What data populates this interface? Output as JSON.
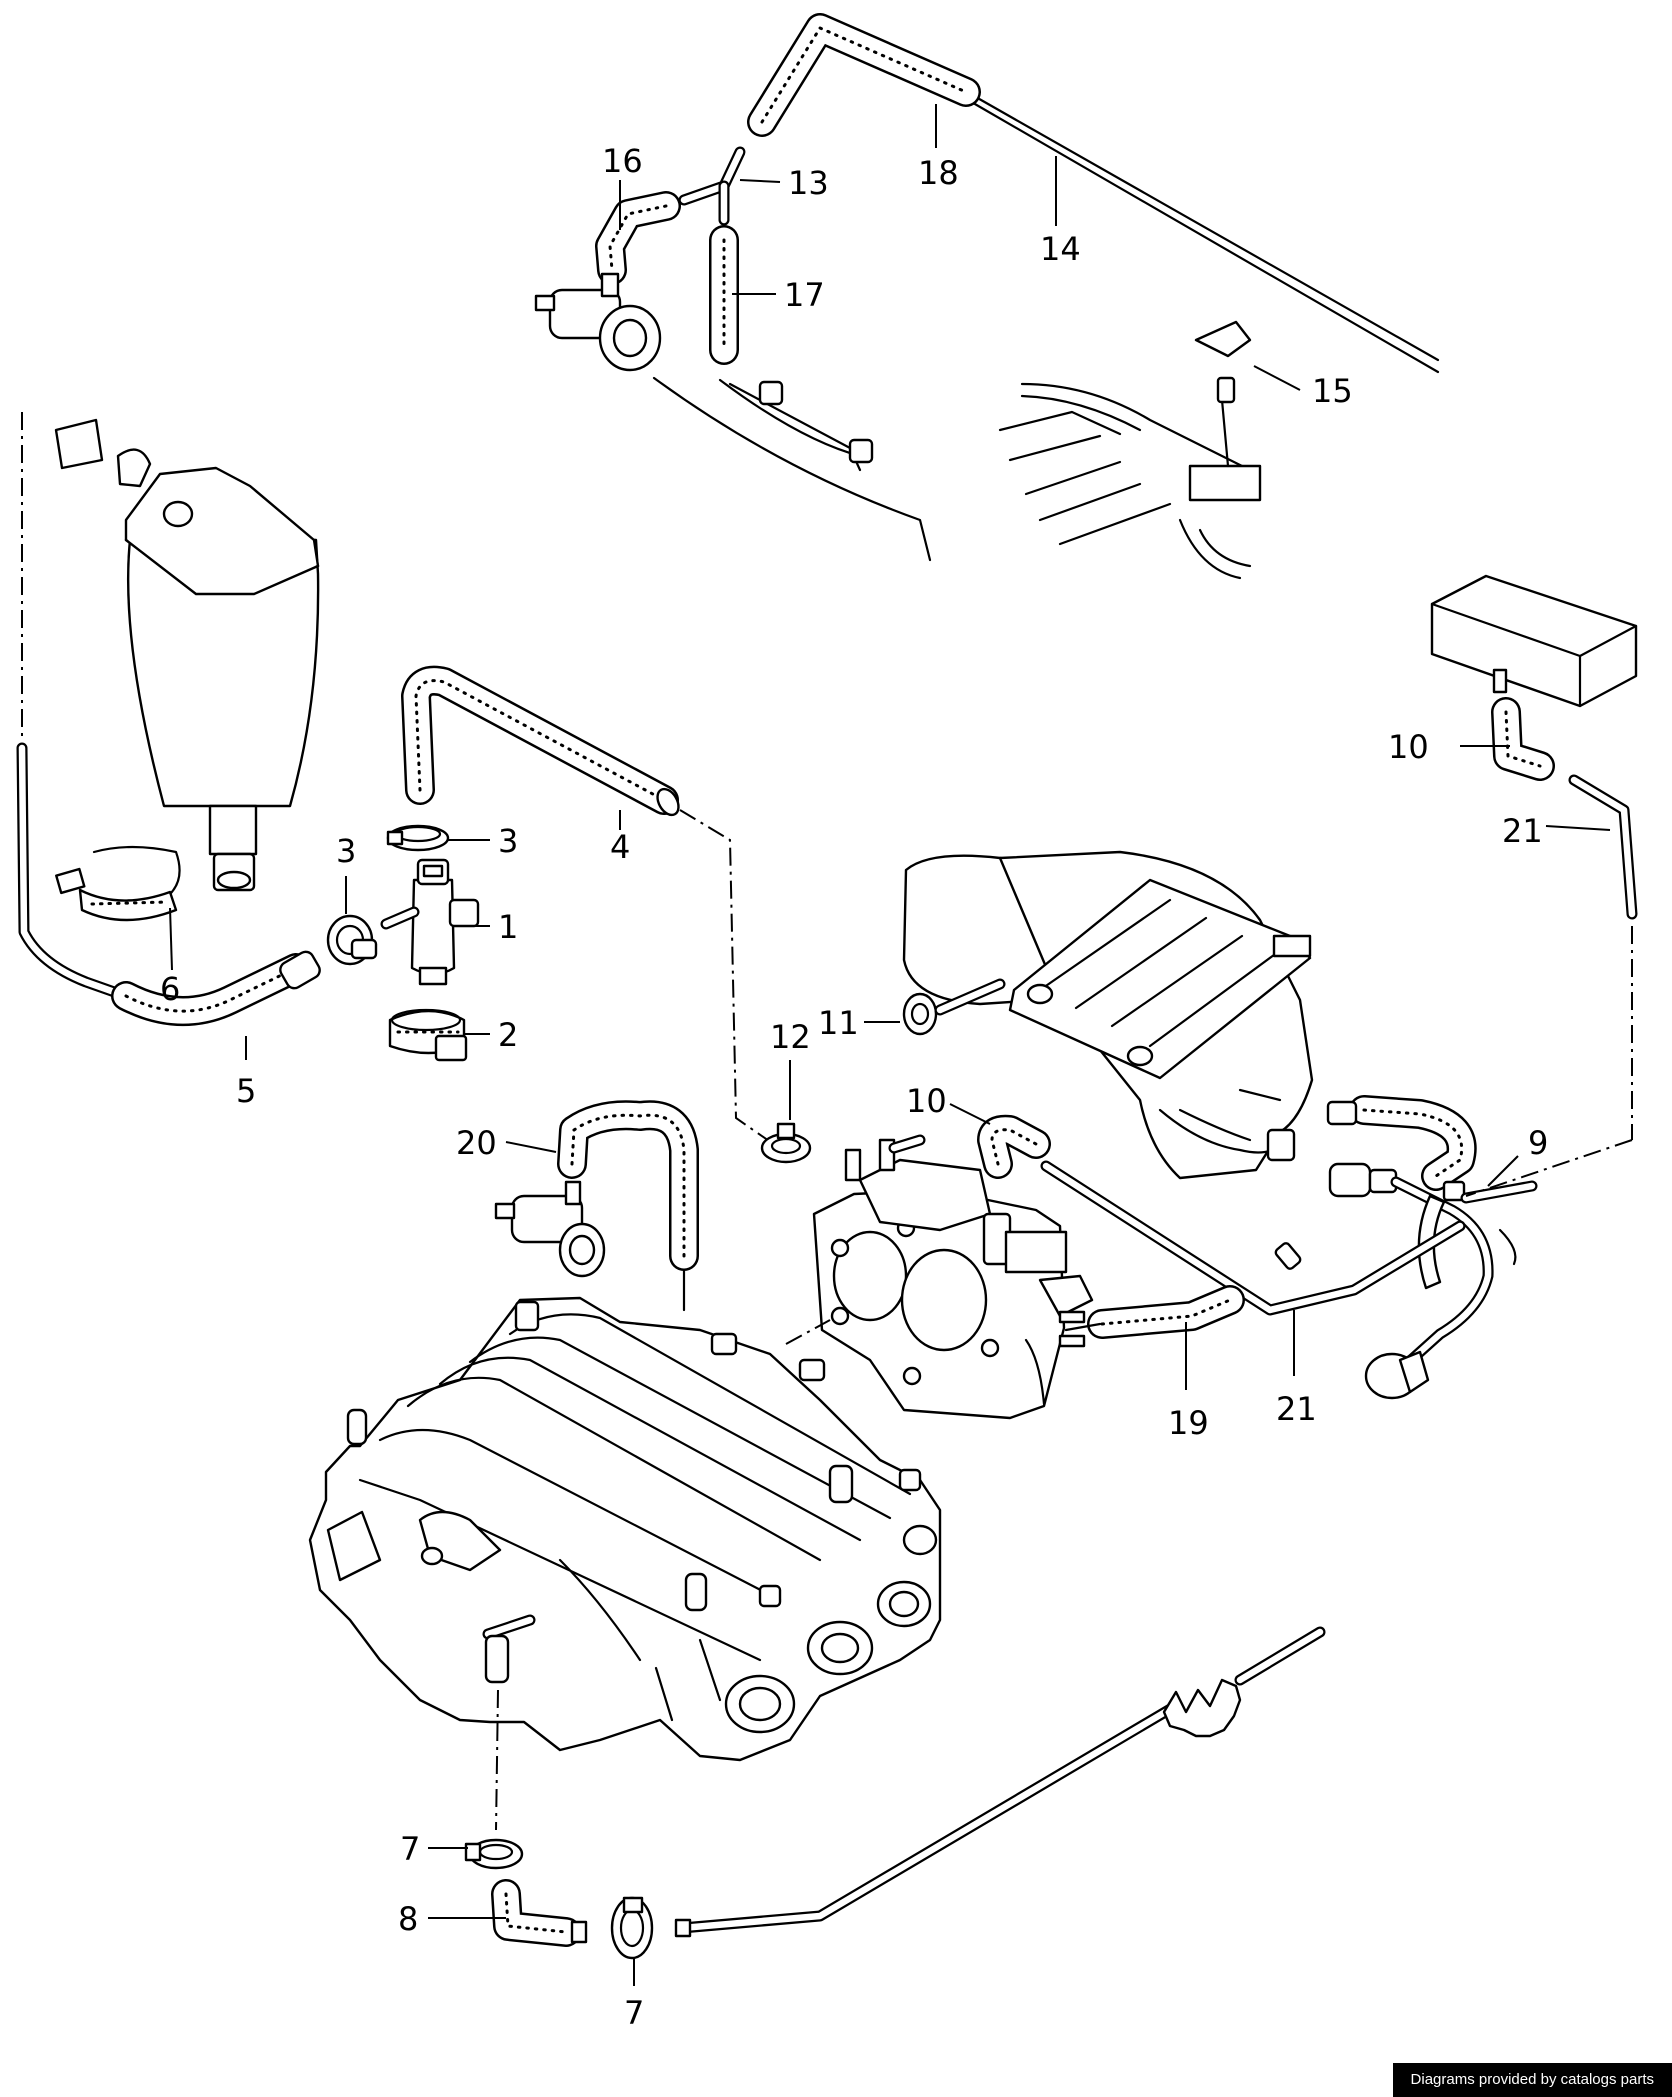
{
  "callouts": {
    "c1": "1",
    "c2": "2",
    "c3a": "3",
    "c3b": "3",
    "c4": "4",
    "c5": "5",
    "c6": "6",
    "c7a": "7",
    "c7b": "7",
    "c8": "8",
    "c9": "9",
    "c10a": "10",
    "c10b": "10",
    "c11": "11",
    "c12": "12",
    "c13": "13",
    "c14": "14",
    "c15": "15",
    "c16": "16",
    "c17": "17",
    "c18": "18",
    "c19": "19",
    "c20": "20",
    "c21a": "21",
    "c21b": "21"
  },
  "footer": {
    "credit": "Diagrams provided by catalogs parts"
  }
}
